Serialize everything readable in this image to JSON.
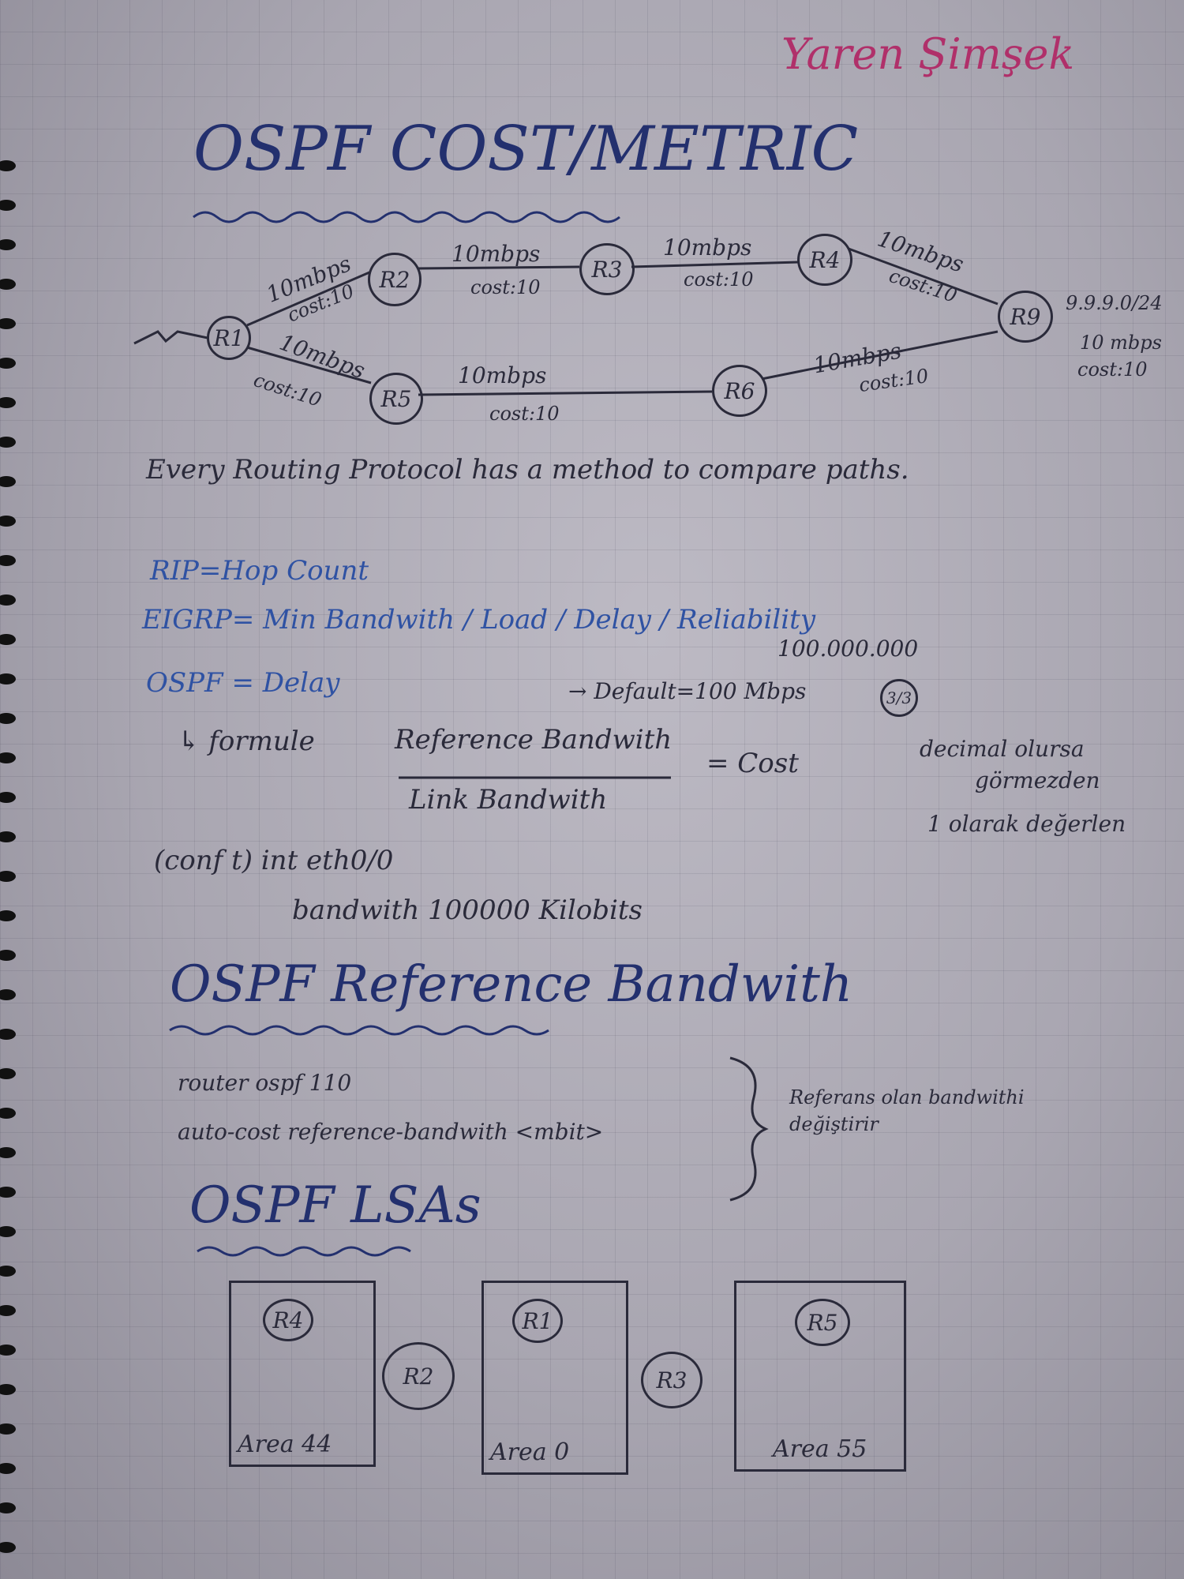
{
  "author": "Yaren Şimşek",
  "section1": {
    "title": "OSPF COST/METRIC",
    "routers": [
      "R1",
      "R2",
      "R3",
      "R4",
      "R5",
      "R6",
      "R9"
    ],
    "links": {
      "r1_r2": {
        "speed": "10mbps",
        "cost": "cost:10"
      },
      "r2_r3": {
        "speed": "10mbps",
        "cost": "cost:10"
      },
      "r3_r4": {
        "speed": "10mbps",
        "cost": "cost:10"
      },
      "r4_r9": {
        "speed": "10mbps",
        "cost": "cost:10"
      },
      "r1_r5": {
        "speed": "10mbps",
        "cost": "cost:10"
      },
      "r5_r6": {
        "speed": "10mbps",
        "cost": "cost:10"
      },
      "r6_r9": {
        "speed": "10mbps",
        "cost": "cost:10"
      }
    },
    "network": {
      "prefix": "9.9.9.0/24",
      "speed": "10 mbps",
      "cost": "cost:10"
    },
    "bullet": "Every Routing Protocol has a method to compare paths.",
    "rip": "RIP=Hop Count",
    "eigrp": "EIGRP= Min Bandwith / Load / Delay / Reliability",
    "ospf": "OSPF = Delay",
    "formula_label": "↳ formule",
    "default_note": "→ Default=100 Mbps",
    "numerator": "Reference Bandwith",
    "denominator": "Link Bandwith",
    "result": "= Cost",
    "big_number": "100.000.000",
    "decimal_example": "3/3",
    "note_tr_1": "decimal olursa",
    "note_tr_2": "görmezden",
    "note_tr_3": "1 olarak değerlen",
    "conf1": "(conf t) int eth0/0",
    "conf2": "bandwith 100000 Kilobits"
  },
  "section2": {
    "title": "OSPF Reference Bandwith",
    "cmd1": "router ospf 110",
    "cmd2": "auto-cost reference-bandwith <mbit>",
    "note": "Referans olan bandwithi değiştirir"
  },
  "section3": {
    "title": "OSPF LSAs",
    "areas": [
      {
        "router": "R4",
        "label": "Area 44"
      },
      {
        "router": "R1",
        "label": "Area 0"
      },
      {
        "router": "R5",
        "label": "Area 55"
      }
    ],
    "abrs": [
      "R2",
      "R3"
    ]
  },
  "colors": {
    "ink": "#2a2a3a",
    "blue": "#23306e",
    "teal": "#2f52a3",
    "pink": "#b0306a"
  }
}
